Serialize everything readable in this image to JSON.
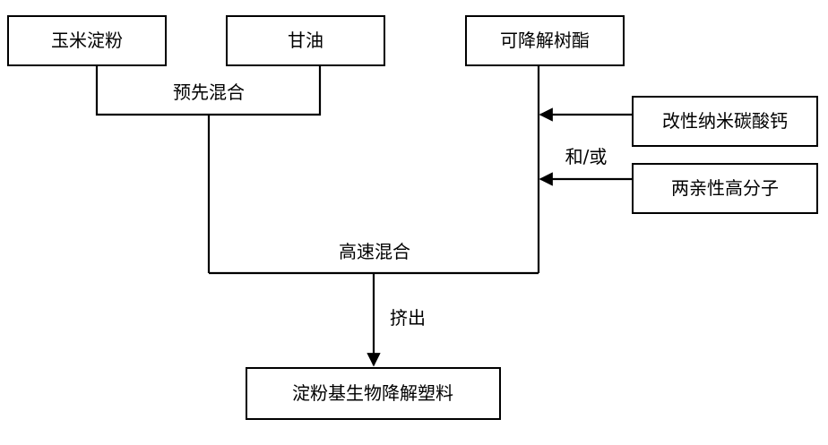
{
  "nodes": {
    "corn_starch": "玉米淀粉",
    "glycerol": "甘油",
    "degradable_resin": "可降解树酯",
    "modified_nano_caco3": "改性纳米碳酸钙",
    "amphiphilic_polymer": "两亲性高分子",
    "product": "淀粉基生物降解塑料"
  },
  "labels": {
    "premix": "预先混合",
    "and_or": "和/或",
    "high_speed_mix": "高速混合",
    "extrusion": "挤出"
  },
  "colors": {
    "line": "#000000",
    "box_fill": "#ffffff"
  }
}
